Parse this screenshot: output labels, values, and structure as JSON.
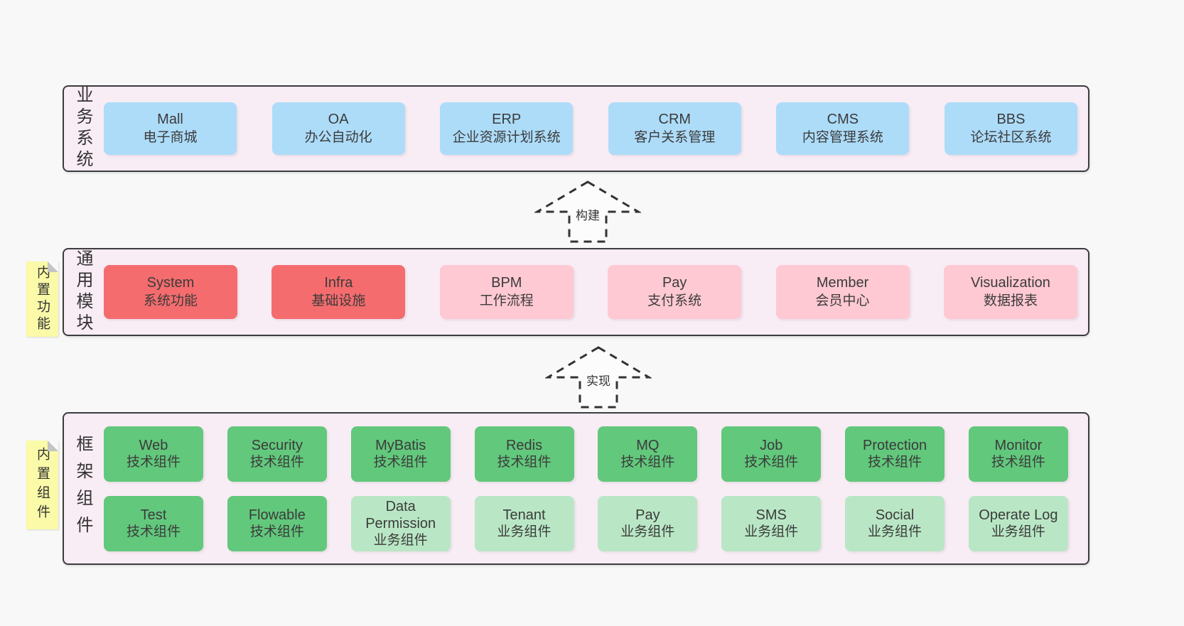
{
  "page": {
    "background": "#f8f8f8"
  },
  "colors": {
    "container_bg": "#f8ecf5",
    "container_border": "#3c3c3c",
    "blue_box": "#addcf9",
    "red_box": "#f56c6e",
    "pink_box": "#ffc9d3",
    "tech_box": "#62c87c",
    "biz_box": "#b9e7c5",
    "note_bg": "#fafaa8",
    "note_fold": "#c4c4c4",
    "text": "#3b3b3b"
  },
  "layers": [
    {
      "label": "业务系统",
      "boxes": [
        {
          "name": "Mall",
          "desc": "电子商城"
        },
        {
          "name": "OA",
          "desc": "办公自动化"
        },
        {
          "name": "ERP",
          "desc": "企业资源计划系统"
        },
        {
          "name": "CRM",
          "desc": "客户关系管理"
        },
        {
          "name": "CMS",
          "desc": "内容管理系统"
        },
        {
          "name": "BBS",
          "desc": "论坛社区系统"
        }
      ]
    },
    {
      "label": "通用模块",
      "note": "内置功能",
      "boxes": [
        {
          "name": "System",
          "desc": "系统功能",
          "variant": "red"
        },
        {
          "name": "Infra",
          "desc": "基础设施",
          "variant": "red"
        },
        {
          "name": "BPM",
          "desc": "工作流程",
          "variant": "pink"
        },
        {
          "name": "Pay",
          "desc": "支付系统",
          "variant": "pink"
        },
        {
          "name": "Member",
          "desc": "会员中心",
          "variant": "pink"
        },
        {
          "name": "Visualization",
          "desc": "数据报表",
          "variant": "pink"
        }
      ]
    },
    {
      "label": "框架组件",
      "note": "内置组件",
      "rows": [
        [
          {
            "name": "Web",
            "desc": "技术组件",
            "variant": "tech"
          },
          {
            "name": "Security",
            "desc": "技术组件",
            "variant": "tech"
          },
          {
            "name": "MyBatis",
            "desc": "技术组件",
            "variant": "tech"
          },
          {
            "name": "Redis",
            "desc": "技术组件",
            "variant": "tech"
          },
          {
            "name": "MQ",
            "desc": "技术组件",
            "variant": "tech"
          },
          {
            "name": "Job",
            "desc": "技术组件",
            "variant": "tech"
          },
          {
            "name": "Protection",
            "desc": "技术组件",
            "variant": "tech"
          },
          {
            "name": "Monitor",
            "desc": "技术组件",
            "variant": "tech"
          }
        ],
        [
          {
            "name": "Test",
            "desc": "技术组件",
            "variant": "tech"
          },
          {
            "name": "Flowable",
            "desc": "技术组件",
            "variant": "tech"
          },
          {
            "name": "Data Permission",
            "desc": "业务组件",
            "variant": "biz"
          },
          {
            "name": "Tenant",
            "desc": "业务组件",
            "variant": "biz"
          },
          {
            "name": "Pay",
            "desc": "业务组件",
            "variant": "biz"
          },
          {
            "name": "SMS",
            "desc": "业务组件",
            "variant": "biz"
          },
          {
            "name": "Social",
            "desc": "业务组件",
            "variant": "biz"
          },
          {
            "name": "Operate Log",
            "desc": "业务组件",
            "variant": "biz"
          }
        ]
      ]
    }
  ],
  "arrows": [
    {
      "label": "构建"
    },
    {
      "label": "实现"
    }
  ]
}
